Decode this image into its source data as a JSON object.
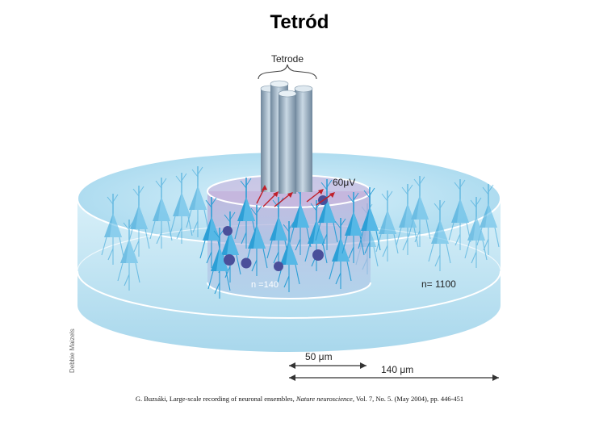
{
  "slide": {
    "title": "Tetród"
  },
  "figure": {
    "tetrode_label": "Tetrode",
    "voltage_label": "60μV",
    "inner_count_label": "n =140",
    "outer_count_label": "n= 1100",
    "inner_radius_label": "50 μm",
    "outer_radius_label": "140 μm",
    "artist_credit": "Debbie Maizels"
  },
  "caption": {
    "prefix": "G. Buzsáki, Large-scale recording of neuronal ensembles, ",
    "journal": "Nature neuroscience",
    "suffix": ", Vol. 7, No. 5. (May 2004), pp. 446-451"
  },
  "colors": {
    "cylinder": "#bfe3f2",
    "inner_cylinder": "#c4b4d8",
    "neuron": "#2d9fd6",
    "tetrode": "#8fa8bd",
    "arrow": "#c0202a"
  }
}
